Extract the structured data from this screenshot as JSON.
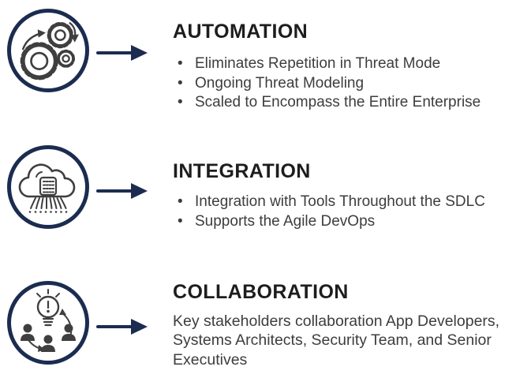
{
  "colors": {
    "accent": "#1b2c50",
    "title": "#1d1d1d",
    "body": "#3d3d3d",
    "icon_stroke": "#3f3f3f"
  },
  "sections": [
    {
      "title": "AUTOMATION",
      "icon": "gears-icon",
      "bullets": [
        "Eliminates Repetition in Threat Mode",
        "Ongoing Threat Modeling",
        "Scaled to Encompass the Entire Enterprise"
      ]
    },
    {
      "title": "INTEGRATION",
      "icon": "cloud-sdlc-icon",
      "bullets": [
        "Integration with Tools Throughout the SDLC",
        "Supports the Agile DevOps"
      ]
    },
    {
      "title": "COLLABORATION",
      "icon": "collaboration-icon",
      "paragraph_lines": [
        "Key stakeholders collaboration App Developers,",
        "Systems Architects, Security Team, and Senior",
        "Executives"
      ]
    }
  ]
}
